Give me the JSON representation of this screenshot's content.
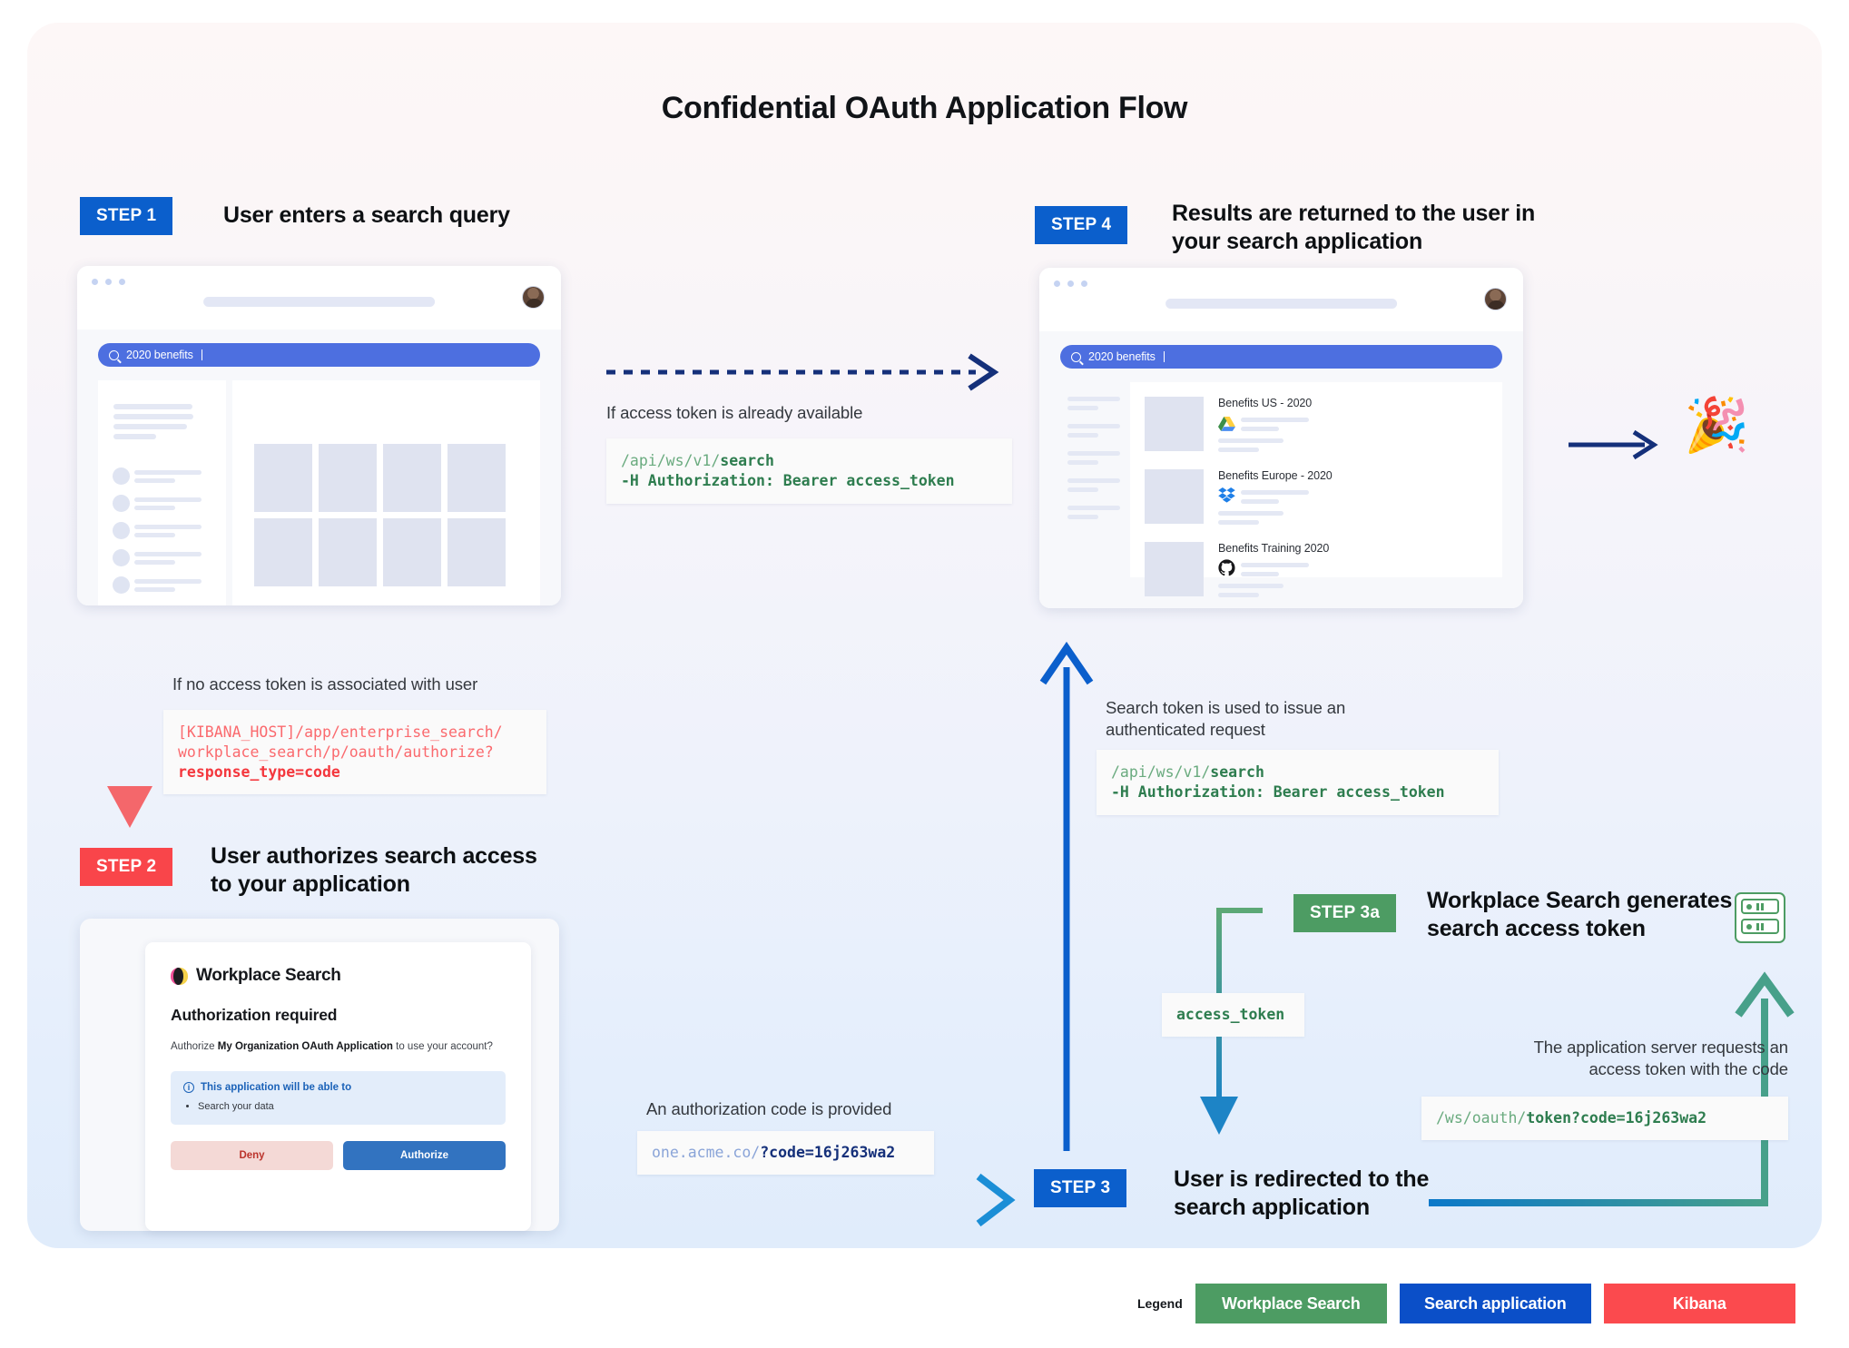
{
  "title": "Confidential OAuth Application Flow",
  "steps": {
    "step1": {
      "badge": "STEP 1",
      "title": "User enters a search query"
    },
    "step2": {
      "badge": "STEP 2",
      "title": "User authorizes search access\nto your application"
    },
    "step3": {
      "badge": "STEP 3",
      "title": "User is redirected to the\nsearch application"
    },
    "step3a": {
      "badge": "STEP 3a",
      "title": "Workplace Search generates\nsearch access token"
    },
    "step4": {
      "badge": "STEP 4",
      "title": "Results are returned to the user in\nyour search application"
    }
  },
  "search": {
    "query": "2020 benefits"
  },
  "notes": {
    "token_available": "If access token is already available",
    "no_token": "If no access token is associated with user",
    "search_token_used": "Search token is used to issue an\nauthenticated request",
    "auth_code_provided": "An authorization code is provided",
    "server_requests_token": "The application server requests an\naccess token with the code"
  },
  "code": {
    "search_request": {
      "dim": "/api/ws/v1/",
      "bold": "search\n-H Authorization: Bearer access_token"
    },
    "kibana_authorize": {
      "dim": "[KIBANA_HOST]/app/enterprise_search/\nworkplace_search/p/oauth/authorize?\n",
      "bold": "response_type=code"
    },
    "redirect_code": {
      "dim": "one.acme.co/",
      "bold": "?code=16j263wa2"
    },
    "token_exchange": {
      "dim": "/ws/oauth/",
      "bold": "token?code=16j263wa2"
    },
    "access_token_label": "access_token"
  },
  "results": [
    {
      "title": "Benefits US - 2020",
      "source": "google-drive"
    },
    {
      "title": "Benefits Europe - 2020",
      "source": "dropbox"
    },
    {
      "title": "Benefits Training 2020",
      "source": "github"
    }
  ],
  "auth_card": {
    "product": "Workplace Search",
    "heading": "Authorization required",
    "desc_pre": "Authorize ",
    "desc_app": "My Organization OAuth Application",
    "desc_post": " to use your account?",
    "callout_title": "This application will be able to",
    "callout_items": [
      "Search your data"
    ],
    "deny": "Deny",
    "authorize": "Authorize"
  },
  "legend": {
    "label": "Legend",
    "items": [
      {
        "name": "Workplace Search",
        "color": "#4d9c63"
      },
      {
        "name": "Search application",
        "color": "#0b4fc8"
      },
      {
        "name": "Kibana",
        "color": "#fb4a4e"
      }
    ]
  },
  "icons": {
    "party": "🎉"
  }
}
